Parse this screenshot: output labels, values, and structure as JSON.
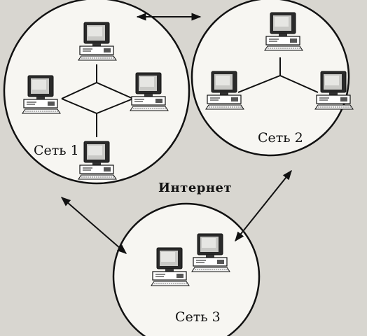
{
  "labels": {
    "network1": "Сеть 1",
    "network2": "Сеть 2",
    "network3": "Сеть 3",
    "internet": "Интернет"
  },
  "colors": {
    "background": "#d8d6d0",
    "circle_fill": "#f7f6f2",
    "stroke": "#111111"
  },
  "icons": [
    "computer-icon"
  ]
}
